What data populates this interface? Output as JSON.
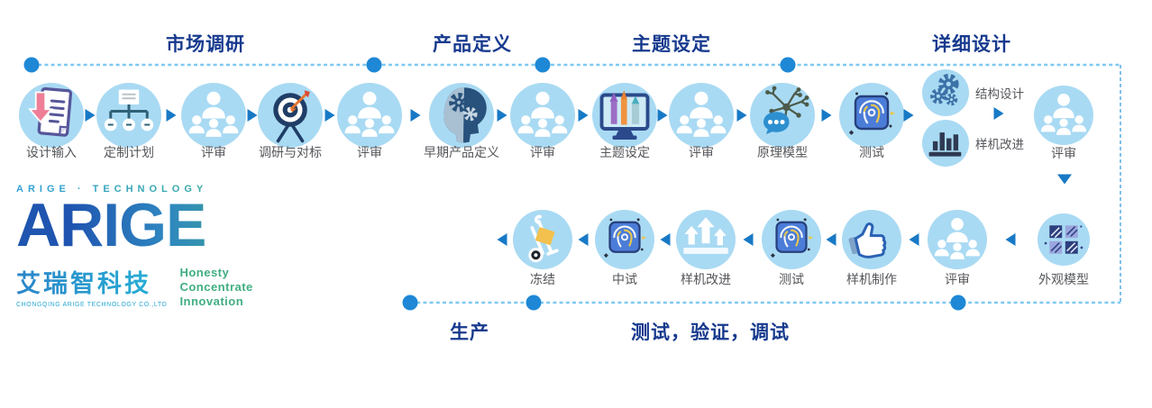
{
  "diagram": {
    "phases": [
      {
        "id": "market-research",
        "label": "市场调研"
      },
      {
        "id": "product-definition",
        "label": "产品定义"
      },
      {
        "id": "theme-setting",
        "label": "主题设定"
      },
      {
        "id": "detailed-design",
        "label": "详细设计"
      }
    ],
    "top_flow": [
      {
        "id": "design-input",
        "label": "设计输入",
        "icon": "document-input"
      },
      {
        "id": "plan-making",
        "label": "定制计划",
        "icon": "sitemap"
      },
      {
        "id": "review-1",
        "label": "评审",
        "icon": "people"
      },
      {
        "id": "research-benchmarking",
        "label": "调研与对标",
        "icon": "target"
      },
      {
        "id": "review-2",
        "label": "评审",
        "icon": "people"
      },
      {
        "id": "early-product-definition",
        "label": "早期产品定义",
        "icon": "head-gears"
      },
      {
        "id": "review-3",
        "label": "评审",
        "icon": "people"
      },
      {
        "id": "theme-setup",
        "label": "主题设定",
        "icon": "monitor-chart"
      },
      {
        "id": "review-4",
        "label": "评审",
        "icon": "people"
      },
      {
        "id": "principle-model",
        "label": "原理模型",
        "icon": "network-chat"
      },
      {
        "id": "test-1",
        "label": "测试",
        "icon": "fingerprint"
      }
    ],
    "branch_flow": [
      {
        "id": "structure-design",
        "label": "结构设计",
        "icon": "gears"
      },
      {
        "id": "prototype-improvement-a",
        "label": "样机改进",
        "icon": "bar-chart"
      }
    ],
    "top_flow_end": [
      {
        "id": "review-5",
        "label": "评审",
        "icon": "people"
      }
    ],
    "bottom_flow": [
      {
        "id": "freeze",
        "label": "冻结",
        "icon": "hand-truck"
      },
      {
        "id": "pilot-test",
        "label": "中试",
        "icon": "fingerprint"
      },
      {
        "id": "prototype-improvement-b",
        "label": "样机改进",
        "icon": "up-arrows"
      },
      {
        "id": "test-2",
        "label": "测试",
        "icon": "fingerprint"
      },
      {
        "id": "prototype-making",
        "label": "样机制作",
        "icon": "thumbs-up"
      },
      {
        "id": "review-6",
        "label": "评审",
        "icon": "people"
      },
      {
        "id": "appearance-model",
        "label": "外观模型",
        "icon": "pattern-squares"
      }
    ],
    "bottom_phases": [
      {
        "id": "production",
        "label": "生产"
      },
      {
        "id": "test-verify-debug",
        "label": "测试，验证，调试"
      }
    ]
  },
  "logo": {
    "brand_line": "ARIGE · TECHNOLOGY",
    "brand_name": "ARIGE",
    "company_cn": "艾瑞智科技",
    "company_en": "CHONGQING ARIGE TECHNOLOGY CO.,LTD",
    "slogan_lines": [
      "Honesty",
      "Concentrate",
      "Innovation"
    ]
  },
  "colors": {
    "circle_bg": "#a9daf3",
    "arrow_blue": "#1779c6",
    "phase_navy": "#173a8e",
    "step_text": "#54565a",
    "timeline_dot": "#1e88d6",
    "timeline_dash": "#7ec9f0",
    "logo_blue": "#1f55b0",
    "logo_green": "#43b185",
    "slogan_green": "#3fae82"
  }
}
